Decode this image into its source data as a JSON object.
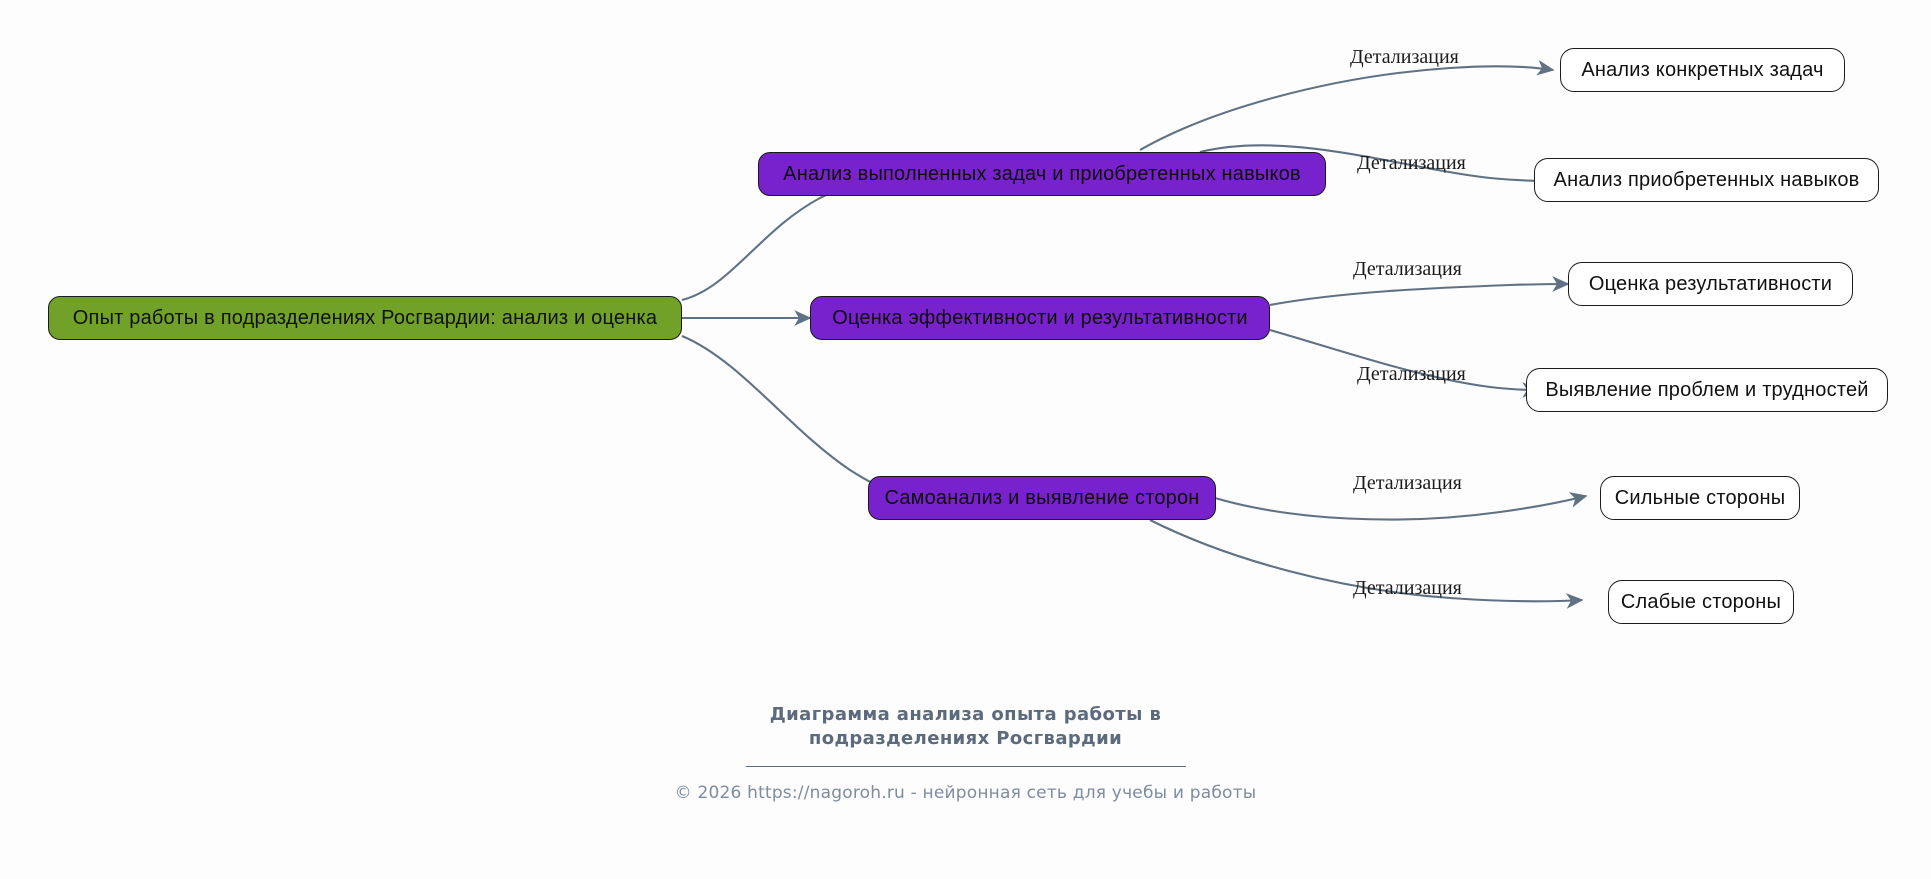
{
  "diagram": {
    "type": "mindmap",
    "root": {
      "id": "root",
      "label": "Опыт работы в подразделениях Росгвардии: анализ и оценка",
      "color": "#72a12a"
    },
    "branches": [
      {
        "id": "branch-1",
        "label": "Анализ выполненных задач и приобретенных навыков",
        "color": "#7722cc",
        "children": [
          {
            "id": "leaf-1",
            "label": "Анализ конкретных задач",
            "edge_label": "Детализация"
          },
          {
            "id": "leaf-2",
            "label": "Анализ приобретенных навыков",
            "edge_label": "Детализация"
          }
        ]
      },
      {
        "id": "branch-2",
        "label": "Оценка эффективности и результативности",
        "color": "#7722cc",
        "children": [
          {
            "id": "leaf-3",
            "label": "Оценка результативности",
            "edge_label": "Детализация"
          },
          {
            "id": "leaf-4",
            "label": "Выявление проблем и трудностей",
            "edge_label": "Детализация"
          }
        ]
      },
      {
        "id": "branch-3",
        "label": "Самоанализ и выявление сторон",
        "color": "#7722cc",
        "children": [
          {
            "id": "leaf-5",
            "label": "Сильные стороны",
            "edge_label": "Детализация"
          },
          {
            "id": "leaf-6",
            "label": "Слабые стороны",
            "edge_label": "Детализация"
          }
        ]
      }
    ],
    "edge_color": "#5f7284",
    "leaf_border_color": "#1d1d1d"
  },
  "footer": {
    "title": "Диаграмма анализа опыта работы в подразделениях Росгвардии",
    "credit": "© 2026 https://nagoroh.ru - нейронная сеть для учебы и работы",
    "text_color": "#5b6a7d"
  }
}
